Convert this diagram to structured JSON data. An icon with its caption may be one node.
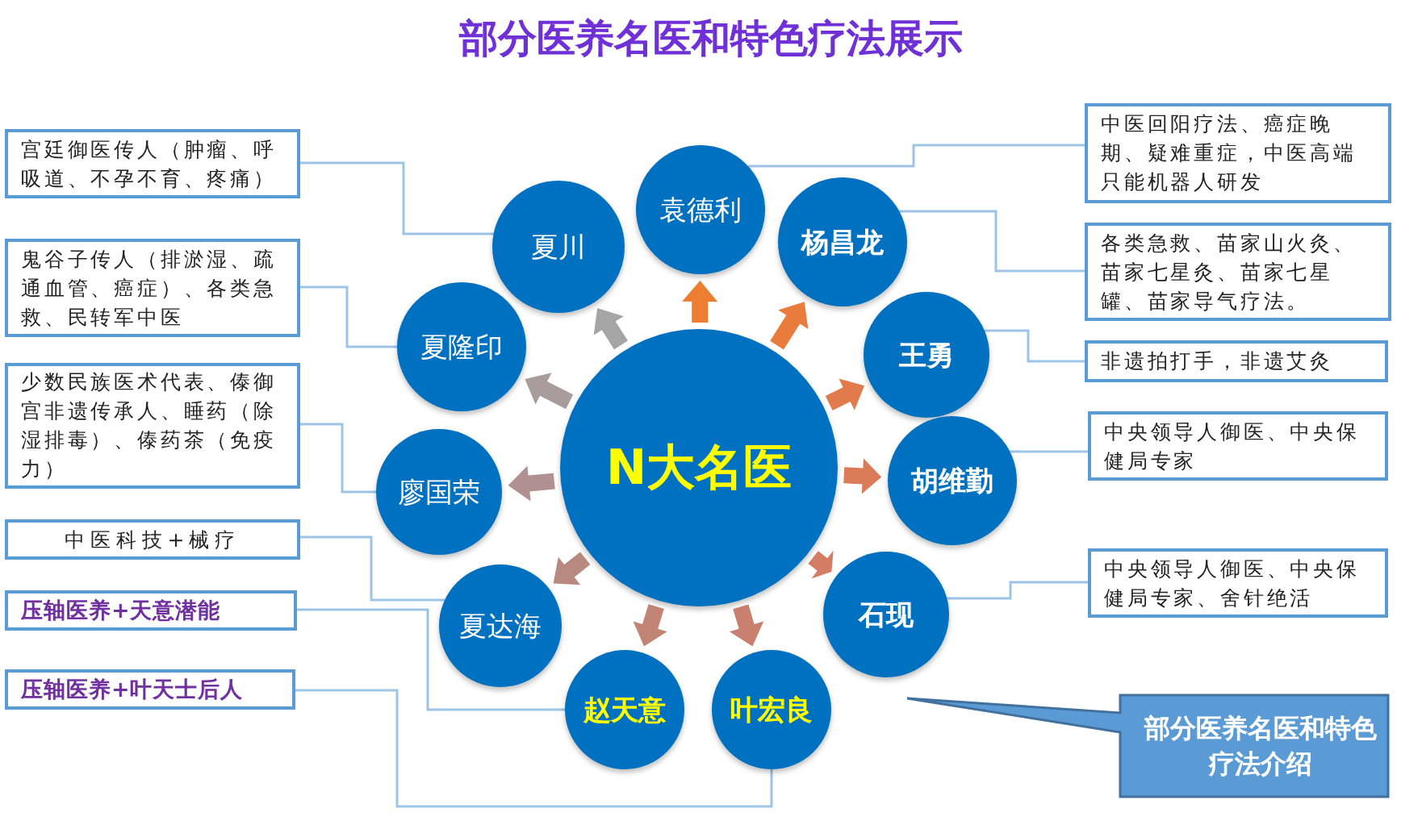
{
  "diagram": {
    "title": "部分医养名医和特色疗法展示",
    "nodes": [
      {
        "text": [
          "N大名医"
        ]
      },
      {
        "text": [
          "袁德利"
        ]
      },
      {
        "text": [
          "杨昌龙"
        ]
      },
      {
        "text": [
          "王勇"
        ]
      },
      {
        "text": [
          "胡维勤"
        ]
      },
      {
        "text": [
          "石现"
        ]
      },
      {
        "text": [
          "叶宏良"
        ]
      },
      {
        "text": [
          "赵天意"
        ]
      },
      {
        "text": [
          "夏达海"
        ]
      },
      {
        "text": [
          "廖国荣"
        ]
      },
      {
        "text": [
          "夏隆印"
        ]
      },
      {
        "text": [
          "夏川"
        ]
      },
      {
        "text": [
          "宫廷御医传人（肿瘤、呼吸道、不孕不育、疼痛）"
        ]
      },
      {
        "text": [
          "鬼谷子传人（排淤湿、疏通血管、癌症）、各类急救、民转军中医"
        ]
      },
      {
        "text": [
          "少数民族医术代表、傣御宫非遗传承人、睡药（除湿排毒）、傣药茶（免疫力）"
        ]
      },
      {
        "text": [
          "中医科技+械疗"
        ]
      },
      {
        "text": [
          "压轴医养+天意潜能"
        ]
      },
      {
        "text": [
          "压轴医养+叶天士后人"
        ]
      },
      {
        "text": [
          "中医回阳疗法、癌症晚期、疑难重症，中医高端只能机器人研发"
        ]
      },
      {
        "text": [
          "各类急救、苗家山火灸、苗家七星灸、苗家七星罐、苗家导气疗法。"
        ]
      },
      {
        "text": [
          "非遗拍打手，非遗艾灸"
        ]
      },
      {
        "text": [
          "中央领导人御医、中央保健局专家"
        ]
      },
      {
        "text": [
          "中央领导人御医、中央保健局专家、舍针绝活"
        ]
      },
      {
        "text": [
          "部分医养名医和特色疗法介绍"
        ]
      }
    ],
    "edges": [
      {
        "from": 0,
        "to": 1,
        "arrow": "to",
        "style": "thick",
        "color": "#ed7d31"
      },
      {
        "from": 0,
        "to": 2,
        "arrow": "to",
        "style": "thick",
        "color": "#e97c3c"
      },
      {
        "from": 0,
        "to": 3,
        "arrow": "to",
        "style": "thick",
        "color": "#e27b4c"
      },
      {
        "from": 0,
        "to": 4,
        "arrow": "to",
        "style": "thick",
        "color": "#dc7b58"
      },
      {
        "from": 0,
        "to": 5,
        "arrow": "to",
        "style": "thick",
        "color": "#d47c64"
      },
      {
        "from": 0,
        "to": 6,
        "arrow": "to",
        "style": "thick",
        "color": "#c9806e"
      },
      {
        "from": 0,
        "to": 7,
        "arrow": "to",
        "style": "thick",
        "color": "#c28474"
      },
      {
        "from": 0,
        "to": 8,
        "arrow": "to",
        "style": "thick",
        "color": "#b8897f"
      },
      {
        "from": 0,
        "to": 9,
        "arrow": "to",
        "style": "thick",
        "color": "#b09090"
      },
      {
        "from": 0,
        "to": 10,
        "arrow": "to",
        "style": "thick",
        "color": "#a89c9c"
      },
      {
        "from": 0,
        "to": 11,
        "arrow": "to",
        "style": "thick",
        "color": "#a5a5a5"
      },
      {
        "from": 12,
        "to": 11,
        "arrow": "none"
      },
      {
        "from": 13,
        "to": 10,
        "arrow": "none"
      },
      {
        "from": 14,
        "to": 9,
        "arrow": "none"
      },
      {
        "from": 15,
        "to": 8,
        "arrow": "none"
      },
      {
        "from": 16,
        "to": 7,
        "arrow": "none"
      },
      {
        "from": 17,
        "to": 6,
        "arrow": "none"
      },
      {
        "from": 18,
        "to": 1,
        "arrow": "none"
      },
      {
        "from": 19,
        "to": 2,
        "arrow": "none"
      },
      {
        "from": 20,
        "to": 3,
        "arrow": "none"
      },
      {
        "from": 21,
        "to": 4,
        "arrow": "none"
      },
      {
        "from": 22,
        "to": 5,
        "arrow": "none"
      }
    ]
  }
}
